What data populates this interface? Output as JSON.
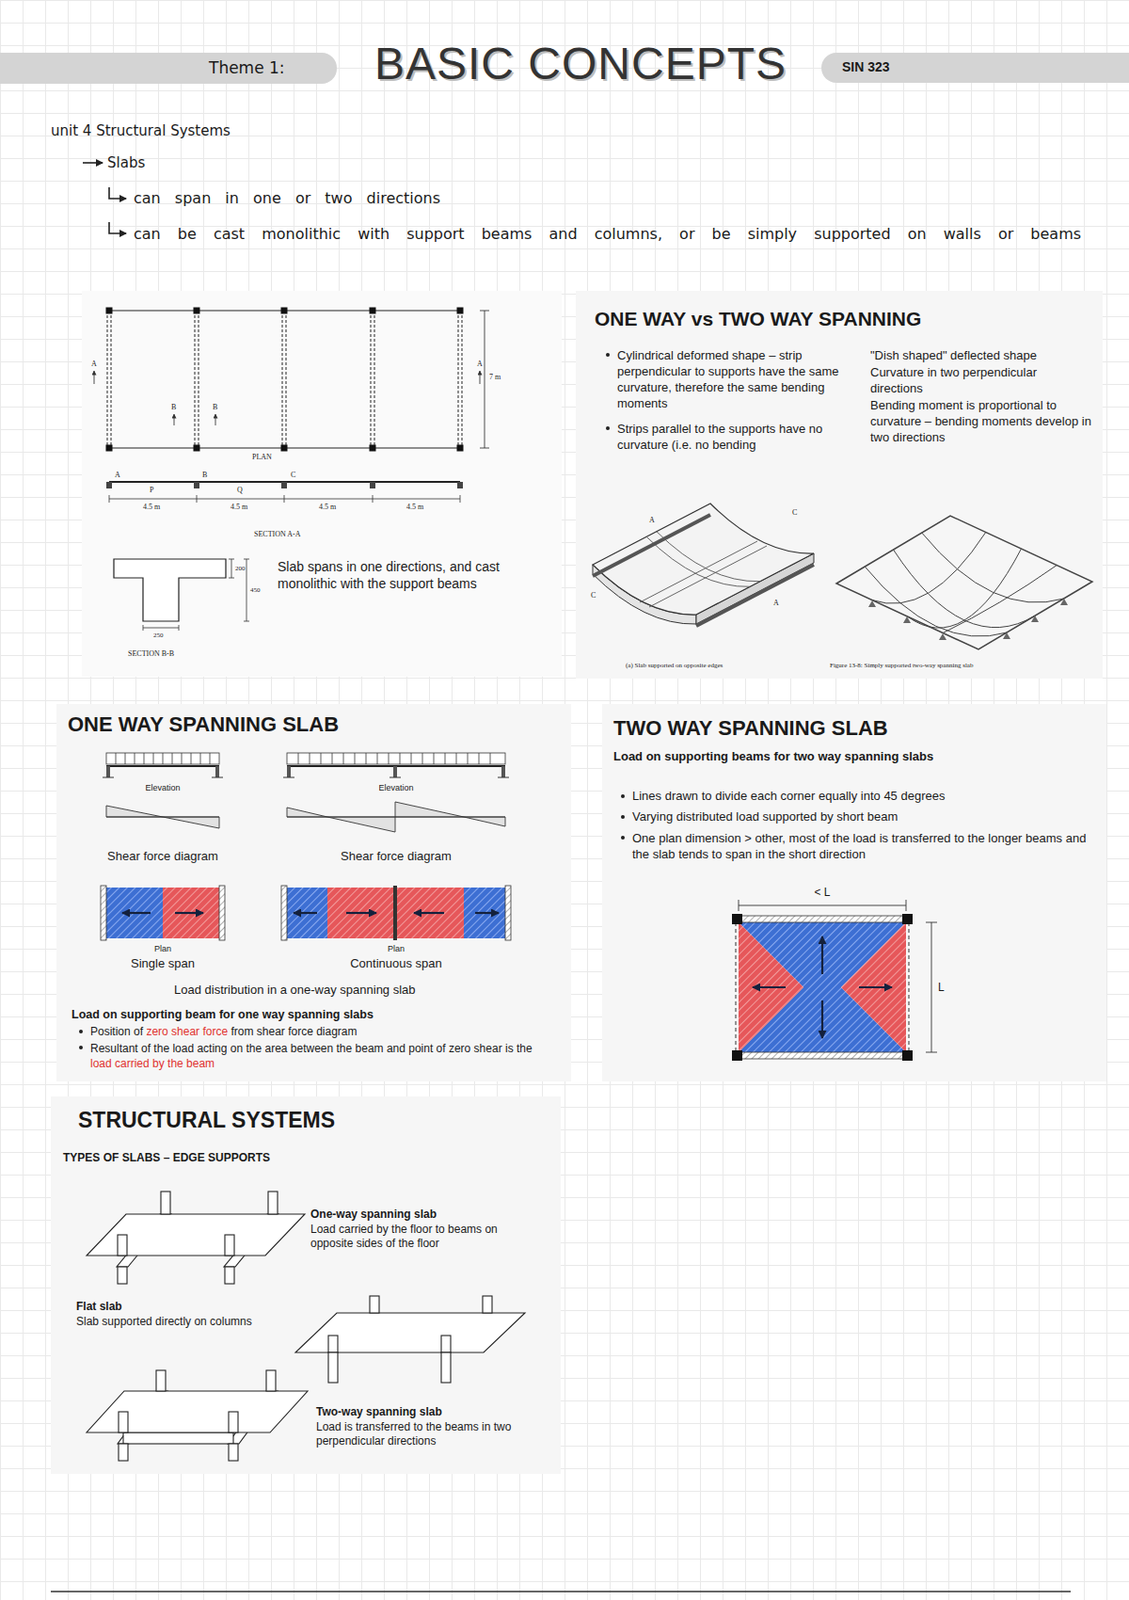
{
  "diagram": {
    "title": "BASIC CONCEPTS",
    "nodes": [
      {
        "text": [
          "Theme 1:"
        ]
      },
      {
        "text": [
          "SIN 323"
        ]
      },
      {
        "text": [
          "PLAN",
          "SECTION A-A",
          "SECTION B-B",
          "Slab spans in one directions, and cast monolithic with the support beams"
        ]
      },
      {
        "text": [
          "ONE WAY vs TWO WAY SPANNING",
          "Cylindrical deformed shape – strip perpendicular to supports have the same curvature, therefore the same bending moments",
          "Strips parallel to the supports have no curvature (i.e. no bending",
          "\"Dish shaped\" deflected shape",
          "Curvature in two perpendicular directions",
          "Bending moment is proportional to curvature – bending moments develop in two directions",
          "(a) Slab supported on opposite edges",
          "Figure 13-8: Simply supported two-way spanning slab"
        ]
      },
      {
        "text": [
          "ONE WAY SPANNING SLAB",
          "Elevation",
          "Elevation",
          "Shear force diagram",
          "Shear force diagram",
          "Plan",
          "Plan",
          "Single span",
          "Continuous span",
          "Load distribution in a one-way spanning slab",
          "Load on supporting beam for one way spanning slabs",
          "Position of",
          "zero shear force",
          "from shear force diagram",
          "Resultant of the load acting on the area between the beam and point of zero shear is the",
          "load carried by the beam"
        ]
      },
      {
        "text": [
          "TWO WAY SPANNING SLAB",
          "Load on supporting beams for two way spanning slabs",
          "Lines drawn to divide each corner equally into 45 degrees",
          "Varying distributed load supported by short beam",
          "One plan dimension > other, most of the load is transferred to the longer beams and the slab tends to span in the short direction",
          "< L",
          "L"
        ]
      },
      {
        "text": [
          "STRUCTURAL SYSTEMS",
          "TYPES OF SLABS – EDGE SUPPORTS",
          "One-way spanning slab",
          "Load carried by the floor to beams on opposite sides of the floor",
          "Flat slab",
          "Slab supported directly on columns",
          "Two-way spanning slab",
          "Load is transferred to the beams in two perpendicular directions"
        ]
      }
    ],
    "labels": [
      "unit 4 Structural Systems",
      "Slabs",
      "can span in one or two directions",
      "can be cast monolithic with support beams and columns, or be simply supported on walls or beams",
      "A",
      "A",
      "B",
      "B",
      "7 m",
      "A",
      "B",
      "C",
      "P",
      "Q",
      "4.5 m",
      "4.5 m",
      "4.5 m",
      "4.5 m",
      "200",
      "450",
      "250",
      "A",
      "C",
      "C",
      "A"
    ]
  }
}
